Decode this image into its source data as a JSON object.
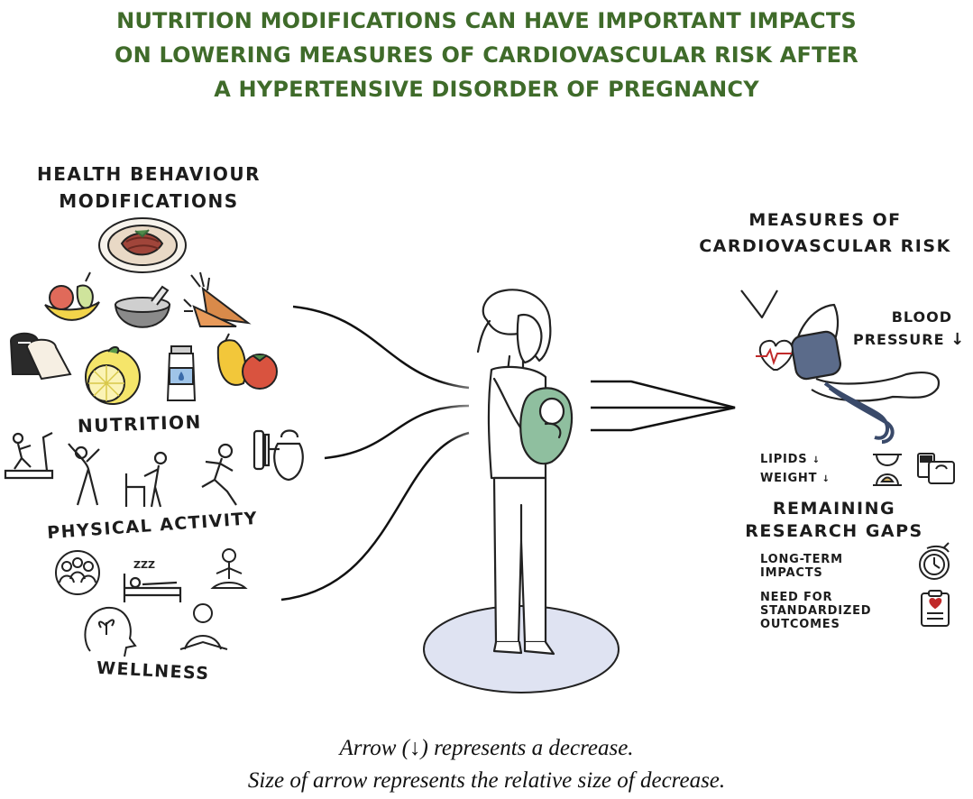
{
  "title": {
    "line1": "NUTRITION MODIFICATIONS CAN HAVE IMPORTANT IMPACTS",
    "line2": "ON LOWERING MEASURES OF CARDIOVASCULAR RISK AFTER",
    "line3": "A HYPERTENSIVE DISORDER OF PREGNANCY"
  },
  "left": {
    "header_line1": "HEALTH BEHAVIOUR",
    "header_line2": "MODIFICATIONS",
    "nutrition": "NUTRITION",
    "physical_activity": "PHYSICAL ACTIVITY",
    "wellness": "WELLNESS"
  },
  "right": {
    "header_line1": "MEASURES OF",
    "header_line2": "CARDIOVASCULAR RISK",
    "bp_line1": "BLOOD",
    "bp_line2": "PRESSURE",
    "lipids": "LIPIDS",
    "weight": "WEIGHT",
    "gaps_line1": "REMAINING",
    "gaps_line2": "RESEARCH GAPS",
    "long_term_line1": "LONG-TERM",
    "long_term_line2": "IMPACTS",
    "need_line1": "NEED FOR",
    "need_line2": "STANDARDIZED",
    "need_line3": "OUTCOMES"
  },
  "arrow_glyph": "↓",
  "caption": {
    "line1_pre": "Arrow (",
    "line1_arrow": "↓",
    "line1_post": ") represents a decrease.",
    "line2": "Size of arrow represents the relative size of decrease."
  },
  "colors": {
    "title_green": "#3f6b2a",
    "baby_blanket": "#8fbf9f",
    "platform": "#dfe3f2",
    "cuff": "#5b6b8a"
  },
  "icons": [
    "spaghetti-plate-icon",
    "fruit-bowl-icon",
    "mortar-pestle-icon",
    "carrots-icon",
    "bread-icon",
    "lemon-icon",
    "milk-bottle-icon",
    "peppers-tomato-icon",
    "treadmill-icon",
    "stretching-person-icon",
    "chair-exercise-icon",
    "running-person-icon",
    "dumbbell-kettlebell-icon",
    "group-circle-icon",
    "sleeping-bed-icon",
    "meditation-icon",
    "head-plant-icon",
    "reading-person-icon",
    "blood-pressure-cuff-icon",
    "heart-rate-icon",
    "hourglass-icon",
    "scale-icon",
    "stopwatch-icon",
    "clipboard-heart-icon"
  ]
}
